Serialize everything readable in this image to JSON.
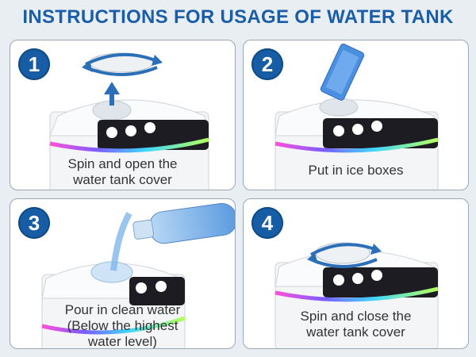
{
  "title": "INSTRUCTIONS FOR USAGE OF WATER TANK",
  "steps": [
    {
      "number": "1",
      "caption_line1": "Spin and open the",
      "caption_line2": "water tank cover",
      "caption_line3": ""
    },
    {
      "number": "2",
      "caption_line1": "Put in ice boxes",
      "caption_line2": "",
      "caption_line3": ""
    },
    {
      "number": "3",
      "caption_line1": "Pour in clean water",
      "caption_line2": "(Below the highest",
      "caption_line3": "water level)"
    },
    {
      "number": "4",
      "caption_line1": "Spin and close the",
      "caption_line2": "water tank cover",
      "caption_line3": ""
    }
  ],
  "colors": {
    "accent": "#175da6",
    "arrow": "#2a6fb8",
    "ice": "#4a8fe0"
  }
}
